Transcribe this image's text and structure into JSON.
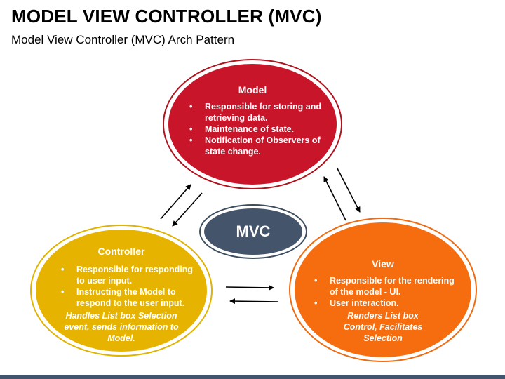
{
  "header": {
    "title": "MODEL VIEW CONTROLLER (MVC)",
    "subtitle": "Model View Controller (MVC) Arch Pattern"
  },
  "center": {
    "label": "MVC"
  },
  "model": {
    "title": "Model",
    "items": [
      "Responsible for storing and retrieving data.",
      "Maintenance of state.",
      "Notification of Observers of state change."
    ]
  },
  "controller": {
    "title": "Controller",
    "items": [
      "Responsible for responding to user input.",
      "Instructing the Model to respond to the user input."
    ],
    "note": "Handles List box Selection event, sends information to Model."
  },
  "view": {
    "title": "View",
    "items": [
      "Responsible for the rendering of the model - UI.",
      "User interaction."
    ],
    "note": "Renders List box Control, Facilitates Selection"
  },
  "colors": {
    "model": "#c8152a",
    "controller": "#e6b400",
    "view": "#f56d0f",
    "center": "#44546a"
  }
}
